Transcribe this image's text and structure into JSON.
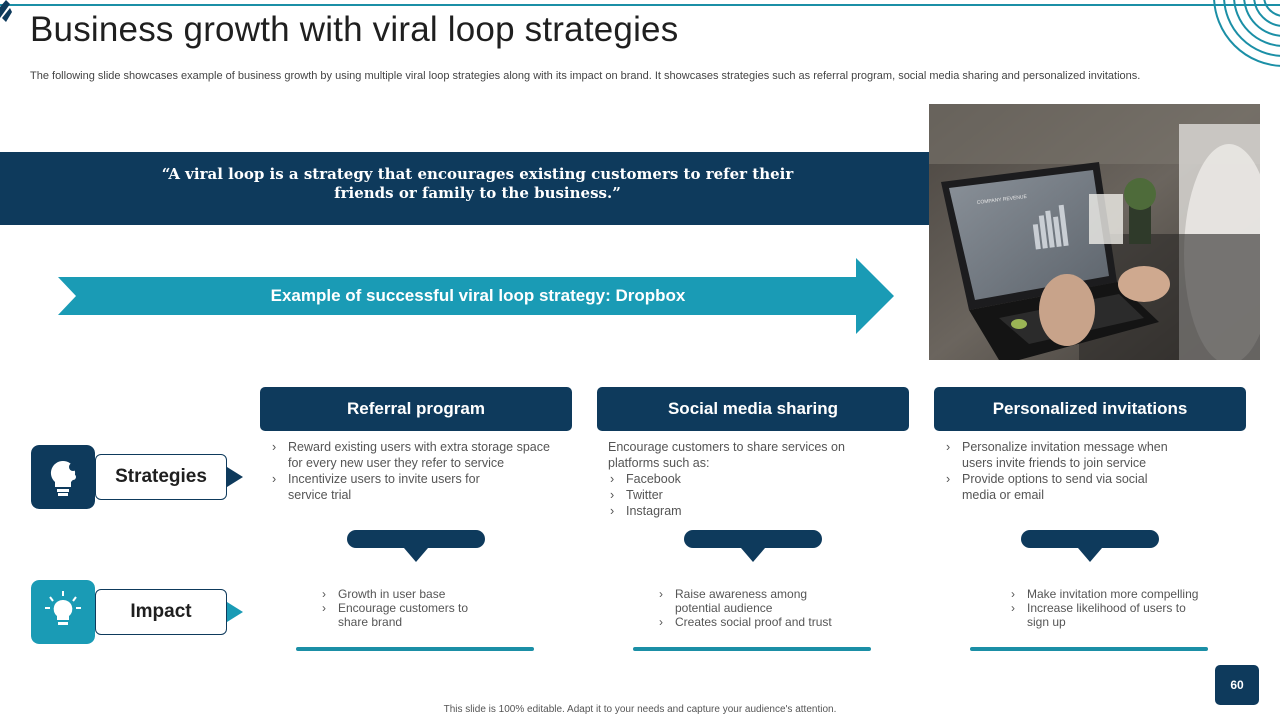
{
  "title": "Business growth with viral loop strategies",
  "subtitle": "The following slide showcases example of business growth by using multiple viral loop strategies along with its impact on brand. It showcases strategies such as referral program, social media sharing and personalized invitations.",
  "quote": {
    "line1": "“A viral loop is a strategy that encourages existing customers to refer their",
    "line2": "friends or family to the business.”"
  },
  "example_label": "Example of successful viral loop strategy: Dropbox",
  "photo": {
    "screen_heading": "COMPANY REVENUE"
  },
  "row_labels": {
    "strategies": "Strategies",
    "impact": "Impact"
  },
  "strategies": [
    {
      "heading": "Referral program",
      "items": [
        "Reward existing users with extra storage space for every new user they refer to service",
        "Incentivize users to invite users for service trial"
      ],
      "impact": [
        "Growth in user base",
        "Encourage customers to share brand"
      ]
    },
    {
      "heading": "Social media sharing",
      "intro": "Encourage customers to share services on platforms such as:",
      "items": [
        "Facebook",
        "Twitter",
        "Instagram"
      ],
      "impact": [
        "Raise awareness among potential audience",
        "Creates social proof and trust"
      ]
    },
    {
      "heading": "Personalized invitations",
      "items": [
        "Personalize invitation message when users invite friends to join service",
        "Provide options to send via social media or email"
      ],
      "impact": [
        "Make invitation more compelling",
        "Increase likelihood of users to sign up"
      ]
    }
  ],
  "icons": {
    "strategies": "lightbulb-puzzle-icon",
    "impact": "lightbulb-rays-icon"
  },
  "colors": {
    "navy": "#0e3a5c",
    "teal": "#1b8fa6",
    "teal_arrow": "#1a9bb5"
  },
  "page_number": "60",
  "footer": "This slide is 100% editable. Adapt it to your needs and capture your audience's attention."
}
